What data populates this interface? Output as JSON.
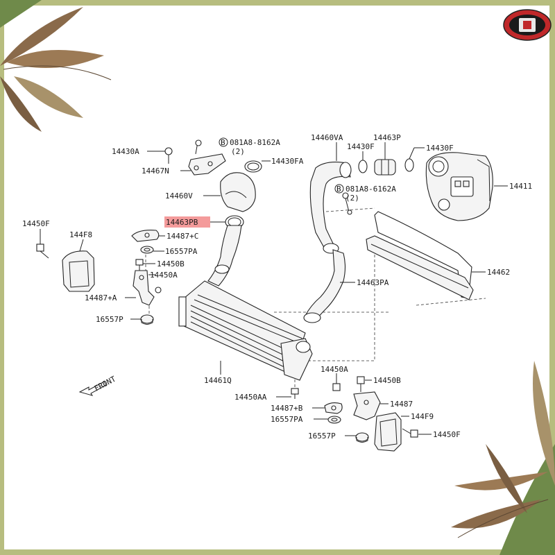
{
  "diagram": {
    "labels": {
      "l14430A": "14430A",
      "l081A8a": "081A8-8162A",
      "l081A8a_qty": "(2)",
      "l14430FA": "14430FA",
      "l14467N": "14467N",
      "l14460V": "14460V",
      "l14463PB": "14463PB",
      "l14487C": "14487+C",
      "l16557PA_a": "16557PA",
      "l14450B_a": "14450B",
      "l14450A_a": "14450A",
      "l14487A": "14487+A",
      "l16557P_a": "16557P",
      "l14450F_a": "14450F",
      "l144F8": "144F8",
      "l14460VA": "14460VA",
      "l14430F_a": "14430F",
      "l14463P": "14463P",
      "l14430F_b": "14430F",
      "l14411": "14411",
      "l081A8b": "081A8-6162A",
      "l081A8b_qty": "(2)",
      "l14462": "14462",
      "l14463PA": "14463PA",
      "l14461Q": "14461Q",
      "l14450AA": "14450AA",
      "l14450A_b": "14450A",
      "l14450B_b": "14450B",
      "l14487": "14487",
      "l14487B": "14487+B",
      "l16557PA_b": "16557PA",
      "l144F9": "144F9",
      "l16557P_b": "16557P",
      "l14450F_b": "14450F",
      "front": "FRONT",
      "bolt_symbol": "B"
    },
    "highlight_color": "#f07a7a",
    "logo_color": "#c0282a"
  }
}
